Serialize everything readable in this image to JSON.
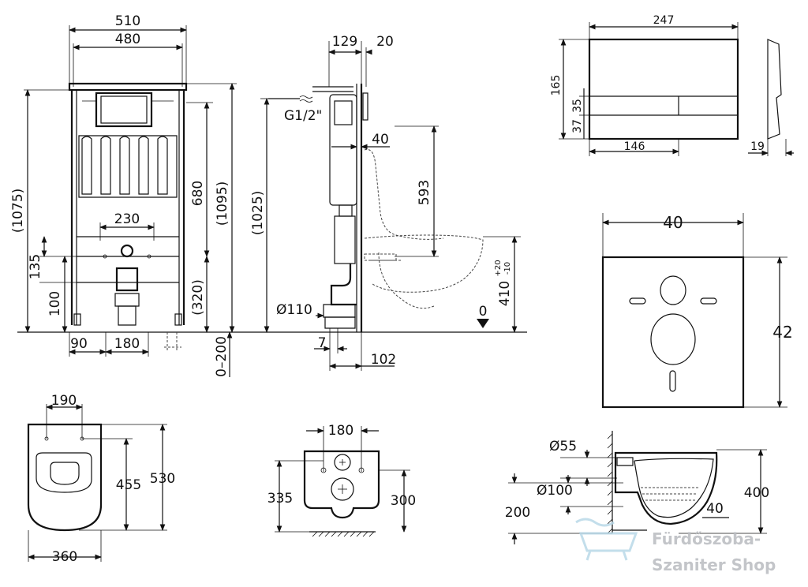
{
  "frame_front": {
    "width_outer": "510",
    "width_inner": "480",
    "height_total": "(1075)",
    "height_top": "680",
    "height_1095": "(1095)",
    "spacing_230": "230",
    "height_135": "135",
    "height_100": "100",
    "height_320": "(320)",
    "foot_90": "90",
    "foot_180": "180",
    "adjust_0_200": "0–200"
  },
  "frame_side": {
    "depth_129": "129",
    "depth_20": "20",
    "inlet": "G1/2\"",
    "height_1025": "(1025)",
    "offset_40": "40",
    "height_593": "593",
    "pipe_110": "Ø110",
    "offset_7": "7",
    "offset_102": "102",
    "floor_zero": "0",
    "height_410": "410",
    "tol_plus": "+20",
    "tol_minus": "-10"
  },
  "flush_plate": {
    "width_247": "247",
    "height_165": "165",
    "height_35": "35",
    "height_37": "37",
    "width_146": "146",
    "depth_19": "19"
  },
  "mat": {
    "width_40": "40",
    "height_42": "42"
  },
  "bowl_top": {
    "width_190": "190",
    "length_530": "530",
    "length_455": "455",
    "width_360": "360"
  },
  "bowl_back": {
    "spacing_180": "180",
    "height_335": "335",
    "height_300": "300"
  },
  "bowl_side": {
    "dia_55": "Ø55",
    "dia_100": "Ø100",
    "height_200": "200",
    "offset_40": "40",
    "height_400": "400"
  },
  "watermark": {
    "line1": "Fürdőszoba-",
    "line2": "Szaniter Shop"
  }
}
